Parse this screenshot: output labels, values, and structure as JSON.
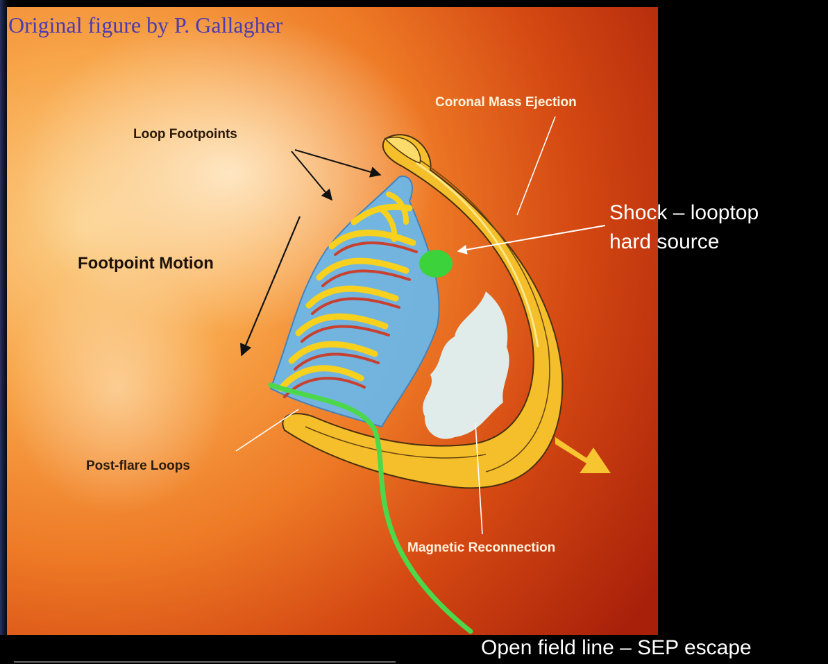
{
  "credit": "Original figure by P. Gallagher",
  "labels": {
    "loop_footpoints": "Loop Footpoints",
    "coronal_mass_ejection": "Coronal Mass Ejection",
    "footpoint_motion": "Footpoint Motion",
    "post_flare_loops": "Post-flare Loops",
    "magnetic_reconnection": "Magnetic Reconnection"
  },
  "annotations": {
    "shock_line1": "Shock – looptop",
    "shock_line2": "hard source",
    "open_field": "Open field line – SEP escape"
  },
  "colors": {
    "sun_bright": "#f6a44a",
    "sun_dark": "#b8280a",
    "cme_yellow": "#f7c12a",
    "loop_blue": "#64b4e6",
    "shock_green": "#3cd23c",
    "field_line_green": "#4cd84a",
    "reconnection": "#d8f0f4"
  }
}
